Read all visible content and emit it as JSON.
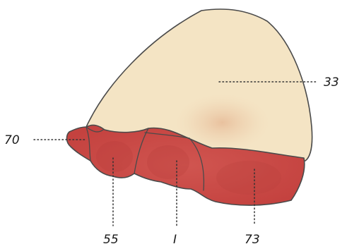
{
  "colors": {
    "cap": "#f4e4c4",
    "cap_shade": "#ecc9a8",
    "base": "#c94a47",
    "base_dark": "#b53a3a",
    "base_light": "#dc6e66",
    "outline": "#4a4a4a"
  },
  "labels": {
    "upper_region": "33",
    "left_region": "70",
    "lower_left_region": "55",
    "lower_middle_region": "I",
    "lower_right_region": "73"
  }
}
